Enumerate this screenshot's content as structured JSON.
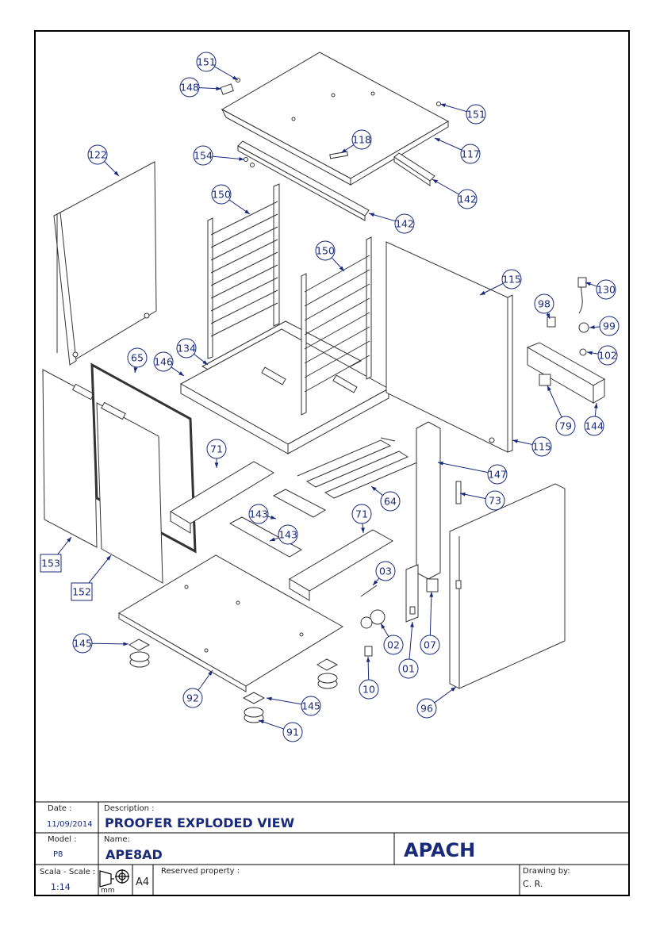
{
  "drawing": {
    "title": "PROOFER EXPLODED VIEW",
    "brand": "APACH"
  },
  "title_block": {
    "date_label": "Date :",
    "date_value": "11/09/2014",
    "description_label": "Description :",
    "model_label": "Model :",
    "model_value": "P8",
    "name_label": "Name:",
    "name_value": "APE8AD",
    "scale_label": "Scala - Scale :",
    "scale_value": "1:14",
    "unit": "mm",
    "paper_size": "A4",
    "reserved_label": "Reserved property :",
    "drawing_by_label": "Drawing by:",
    "drawing_by_value": "C. R."
  },
  "callouts": [
    {
      "id": "c151a",
      "label": "151"
    },
    {
      "id": "c148",
      "label": "148"
    },
    {
      "id": "c151b",
      "label": "151"
    },
    {
      "id": "c118",
      "label": "118"
    },
    {
      "id": "c117",
      "label": "117"
    },
    {
      "id": "c122",
      "label": "122"
    },
    {
      "id": "c154",
      "label": "154"
    },
    {
      "id": "c142a",
      "label": "142"
    },
    {
      "id": "c150a",
      "label": "150"
    },
    {
      "id": "c142b",
      "label": "142"
    },
    {
      "id": "c150b",
      "label": "150"
    },
    {
      "id": "c115a",
      "label": "115"
    },
    {
      "id": "c130",
      "label": "130"
    },
    {
      "id": "c98",
      "label": "98"
    },
    {
      "id": "c99",
      "label": "99"
    },
    {
      "id": "c102",
      "label": "102"
    },
    {
      "id": "c134",
      "label": "134"
    },
    {
      "id": "c65",
      "label": "65"
    },
    {
      "id": "c146",
      "label": "146"
    },
    {
      "id": "c79",
      "label": "79"
    },
    {
      "id": "c144",
      "label": "144"
    },
    {
      "id": "c115b",
      "label": "115"
    },
    {
      "id": "c71a",
      "label": "71"
    },
    {
      "id": "c147",
      "label": "147"
    },
    {
      "id": "c64",
      "label": "64"
    },
    {
      "id": "c73",
      "label": "73"
    },
    {
      "id": "c143a",
      "label": "143"
    },
    {
      "id": "c71b",
      "label": "71"
    },
    {
      "id": "c143b",
      "label": "143"
    },
    {
      "id": "c153",
      "label": "153"
    },
    {
      "id": "c03",
      "label": "03"
    },
    {
      "id": "c152",
      "label": "152"
    },
    {
      "id": "c02",
      "label": "02"
    },
    {
      "id": "c07",
      "label": "07"
    },
    {
      "id": "c145a",
      "label": "145"
    },
    {
      "id": "c01",
      "label": "01"
    },
    {
      "id": "c10",
      "label": "10"
    },
    {
      "id": "c92",
      "label": "92"
    },
    {
      "id": "c96",
      "label": "96"
    },
    {
      "id": "c145b",
      "label": "145"
    },
    {
      "id": "c91",
      "label": "91"
    }
  ]
}
